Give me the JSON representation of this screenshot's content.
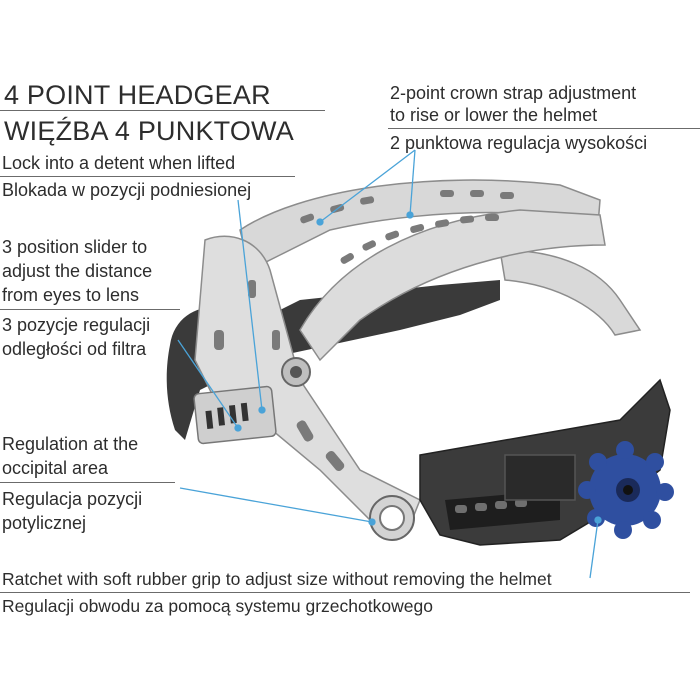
{
  "title": {
    "en": "4 POINT HEADGEAR",
    "pl": "WIĘŹBA 4 PUNKTOWA"
  },
  "callouts": {
    "crown": {
      "en_line1": "2-point crown strap adjustment",
      "en_line2": "to rise or lower the helmet",
      "pl": "2 punktowa regulacja wysokości"
    },
    "lock": {
      "en": "Lock into a detent when lifted",
      "pl": "Blokada w pozycji podniesionej"
    },
    "slider": {
      "en_line1": "3 position slider to",
      "en_line2": "adjust the distance",
      "en_line3": "from eyes to lens",
      "pl_line1": "3 pozycje regulacji",
      "pl_line2": "odległości od filtra"
    },
    "occipital": {
      "en_line1": "Regulation at the",
      "en_line2": "occipital area",
      "pl_line1": "Regulacja pozycji",
      "pl_line2": "potylicznej"
    },
    "ratchet": {
      "en": "Ratchet with soft rubber grip to adjust size without removing the helmet",
      "pl": "Regulacji obwodu za pomocą systemu grzechotkowego"
    }
  },
  "colors": {
    "leader": "#4aa3d8",
    "frame": "#d6d6d6",
    "frame_edge": "#8c8c8c",
    "pad": "#3a3a3a",
    "knob": "#2f4fa0",
    "text": "#2d2d2d"
  }
}
